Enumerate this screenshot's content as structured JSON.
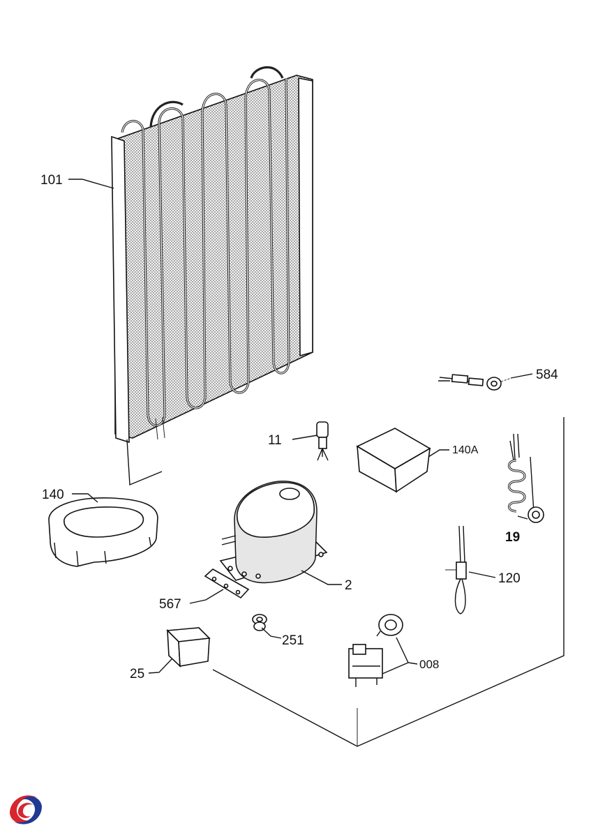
{
  "labels": {
    "l101": "101",
    "l584": "584",
    "l11": "11",
    "l140A": "140A",
    "l140": "140",
    "l19": "19",
    "l2": "2",
    "l120": "120",
    "l567": "567",
    "l251": "251",
    "l25": "25",
    "l008": "008"
  },
  "colors": {
    "line": "#111111",
    "logo_red": "#d7262e",
    "logo_blue": "#1f3a93"
  },
  "icons": {
    "logo": "brand-swirl-logo"
  }
}
